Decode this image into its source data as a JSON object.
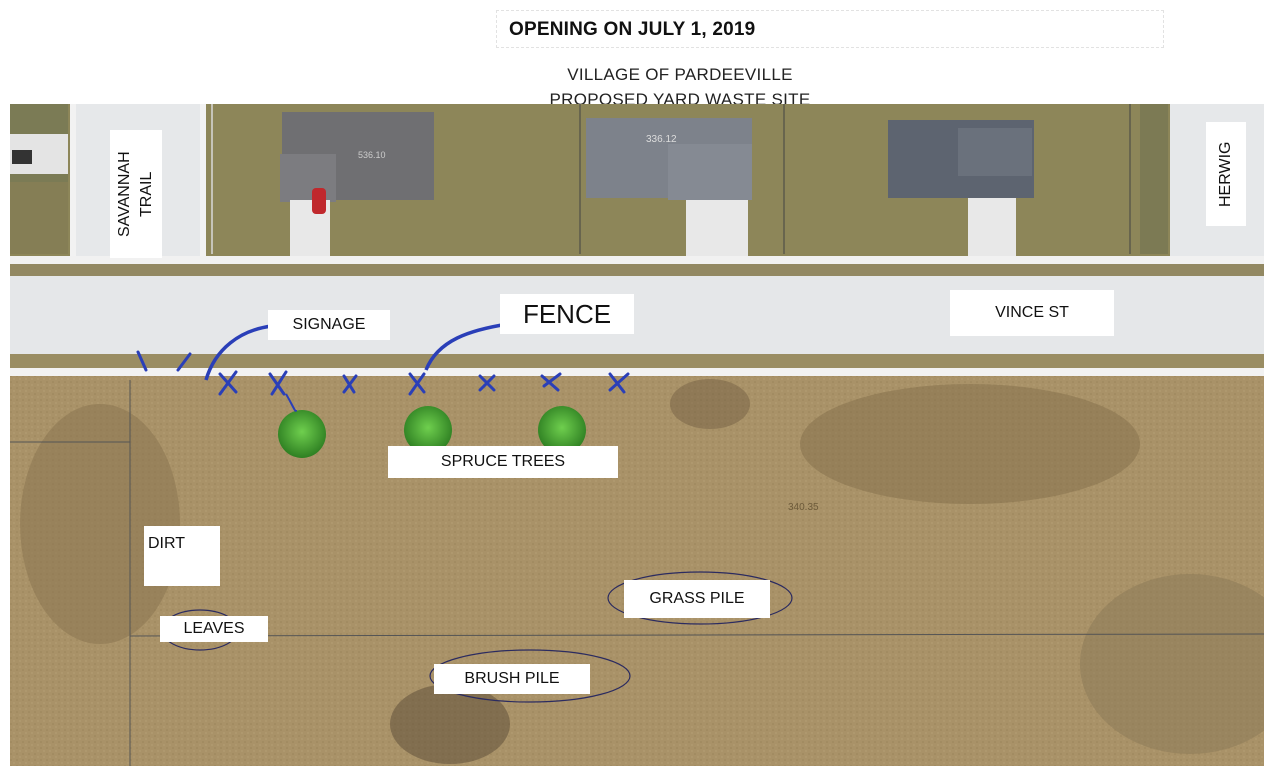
{
  "header": {
    "opening": "OPENING ON JULY 1, 2019",
    "title_line1": "VILLAGE OF PARDEEVILLE",
    "title_line2": "PROPOSED YARD WASTE SITE"
  },
  "map": {
    "streets": {
      "savannah": "SAVANNAH TRAIL",
      "herwig": "HERWIG",
      "vince": "VINCE ST"
    },
    "annotations": {
      "signage": "SIGNAGE",
      "fence": "FENCE",
      "spruce": "SPRUCE TREES",
      "dirt": "DIRT",
      "leaves": "LEAVES",
      "grass_pile": "GRASS PILE",
      "brush_pile": "BRUSH PILE"
    },
    "parcel_labels": {
      "lot_a": "336.12",
      "lot_b": "340.35",
      "lot_c": "536.10"
    },
    "colors": {
      "field": "#a99268",
      "lawn": "#8c8458",
      "road": "#e6e8ea",
      "roof": "#6f737a",
      "marker": "#2a3fb8",
      "tree": "#3e9e2c"
    }
  }
}
